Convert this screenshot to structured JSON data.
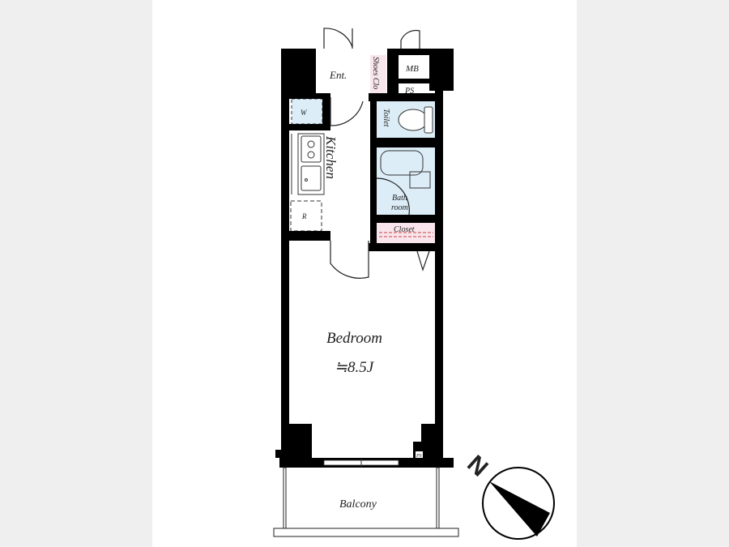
{
  "floorplan": {
    "rooms": {
      "entrance": "Ent.",
      "shoes_closet": "Shoes Clo",
      "meter_box": "MB",
      "pipe_space_top": "PS",
      "washer": "W",
      "toilet": "Toilet",
      "kitchen": "Kitchen",
      "bath_line1": "Bath",
      "bath_line2": "room",
      "refrigerator": "R",
      "closet": "Closet",
      "bedroom": "Bedroom",
      "bedroom_size": "≒8.5J",
      "pipe_space_bottom": "PS",
      "balcony": "Balcony"
    },
    "compass": {
      "label": "N"
    },
    "colors": {
      "wet_area": "#dcedf7",
      "storage": "#f9e6ec",
      "wall": "#000000",
      "background": "#efefef"
    }
  }
}
